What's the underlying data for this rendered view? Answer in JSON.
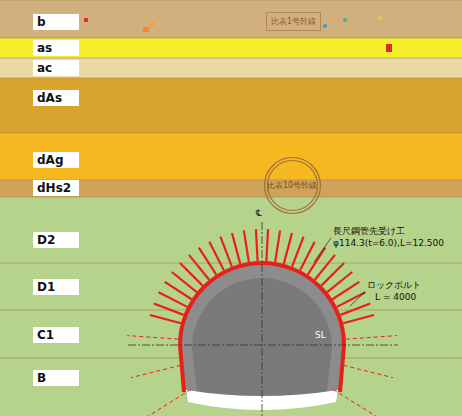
{
  "diagram": {
    "nodes": [
      {
        "text": [
          "b"
        ]
      },
      {
        "text": [
          "as"
        ]
      },
      {
        "text": [
          "ac"
        ]
      },
      {
        "text": [
          "dAs"
        ]
      },
      {
        "text": [
          "dAg"
        ]
      },
      {
        "text": [
          "dHs2"
        ]
      },
      {
        "text": [
          "D2"
        ]
      },
      {
        "text": [
          "D1"
        ]
      },
      {
        "text": [
          "C1"
        ]
      },
      {
        "text": [
          "B"
        ]
      },
      {
        "text": [
          "比表1号幹線"
        ],
        "in": 0
      },
      {
        "text": [
          "比表10号幹線"
        ],
        "in": 4
      }
    ],
    "labels": [
      "長尺鋼管先受け工",
      "φ114.3(t=6.0),L=12.500",
      "ロックボルト",
      "L = 4000",
      "SL",
      "℄"
    ]
  }
}
